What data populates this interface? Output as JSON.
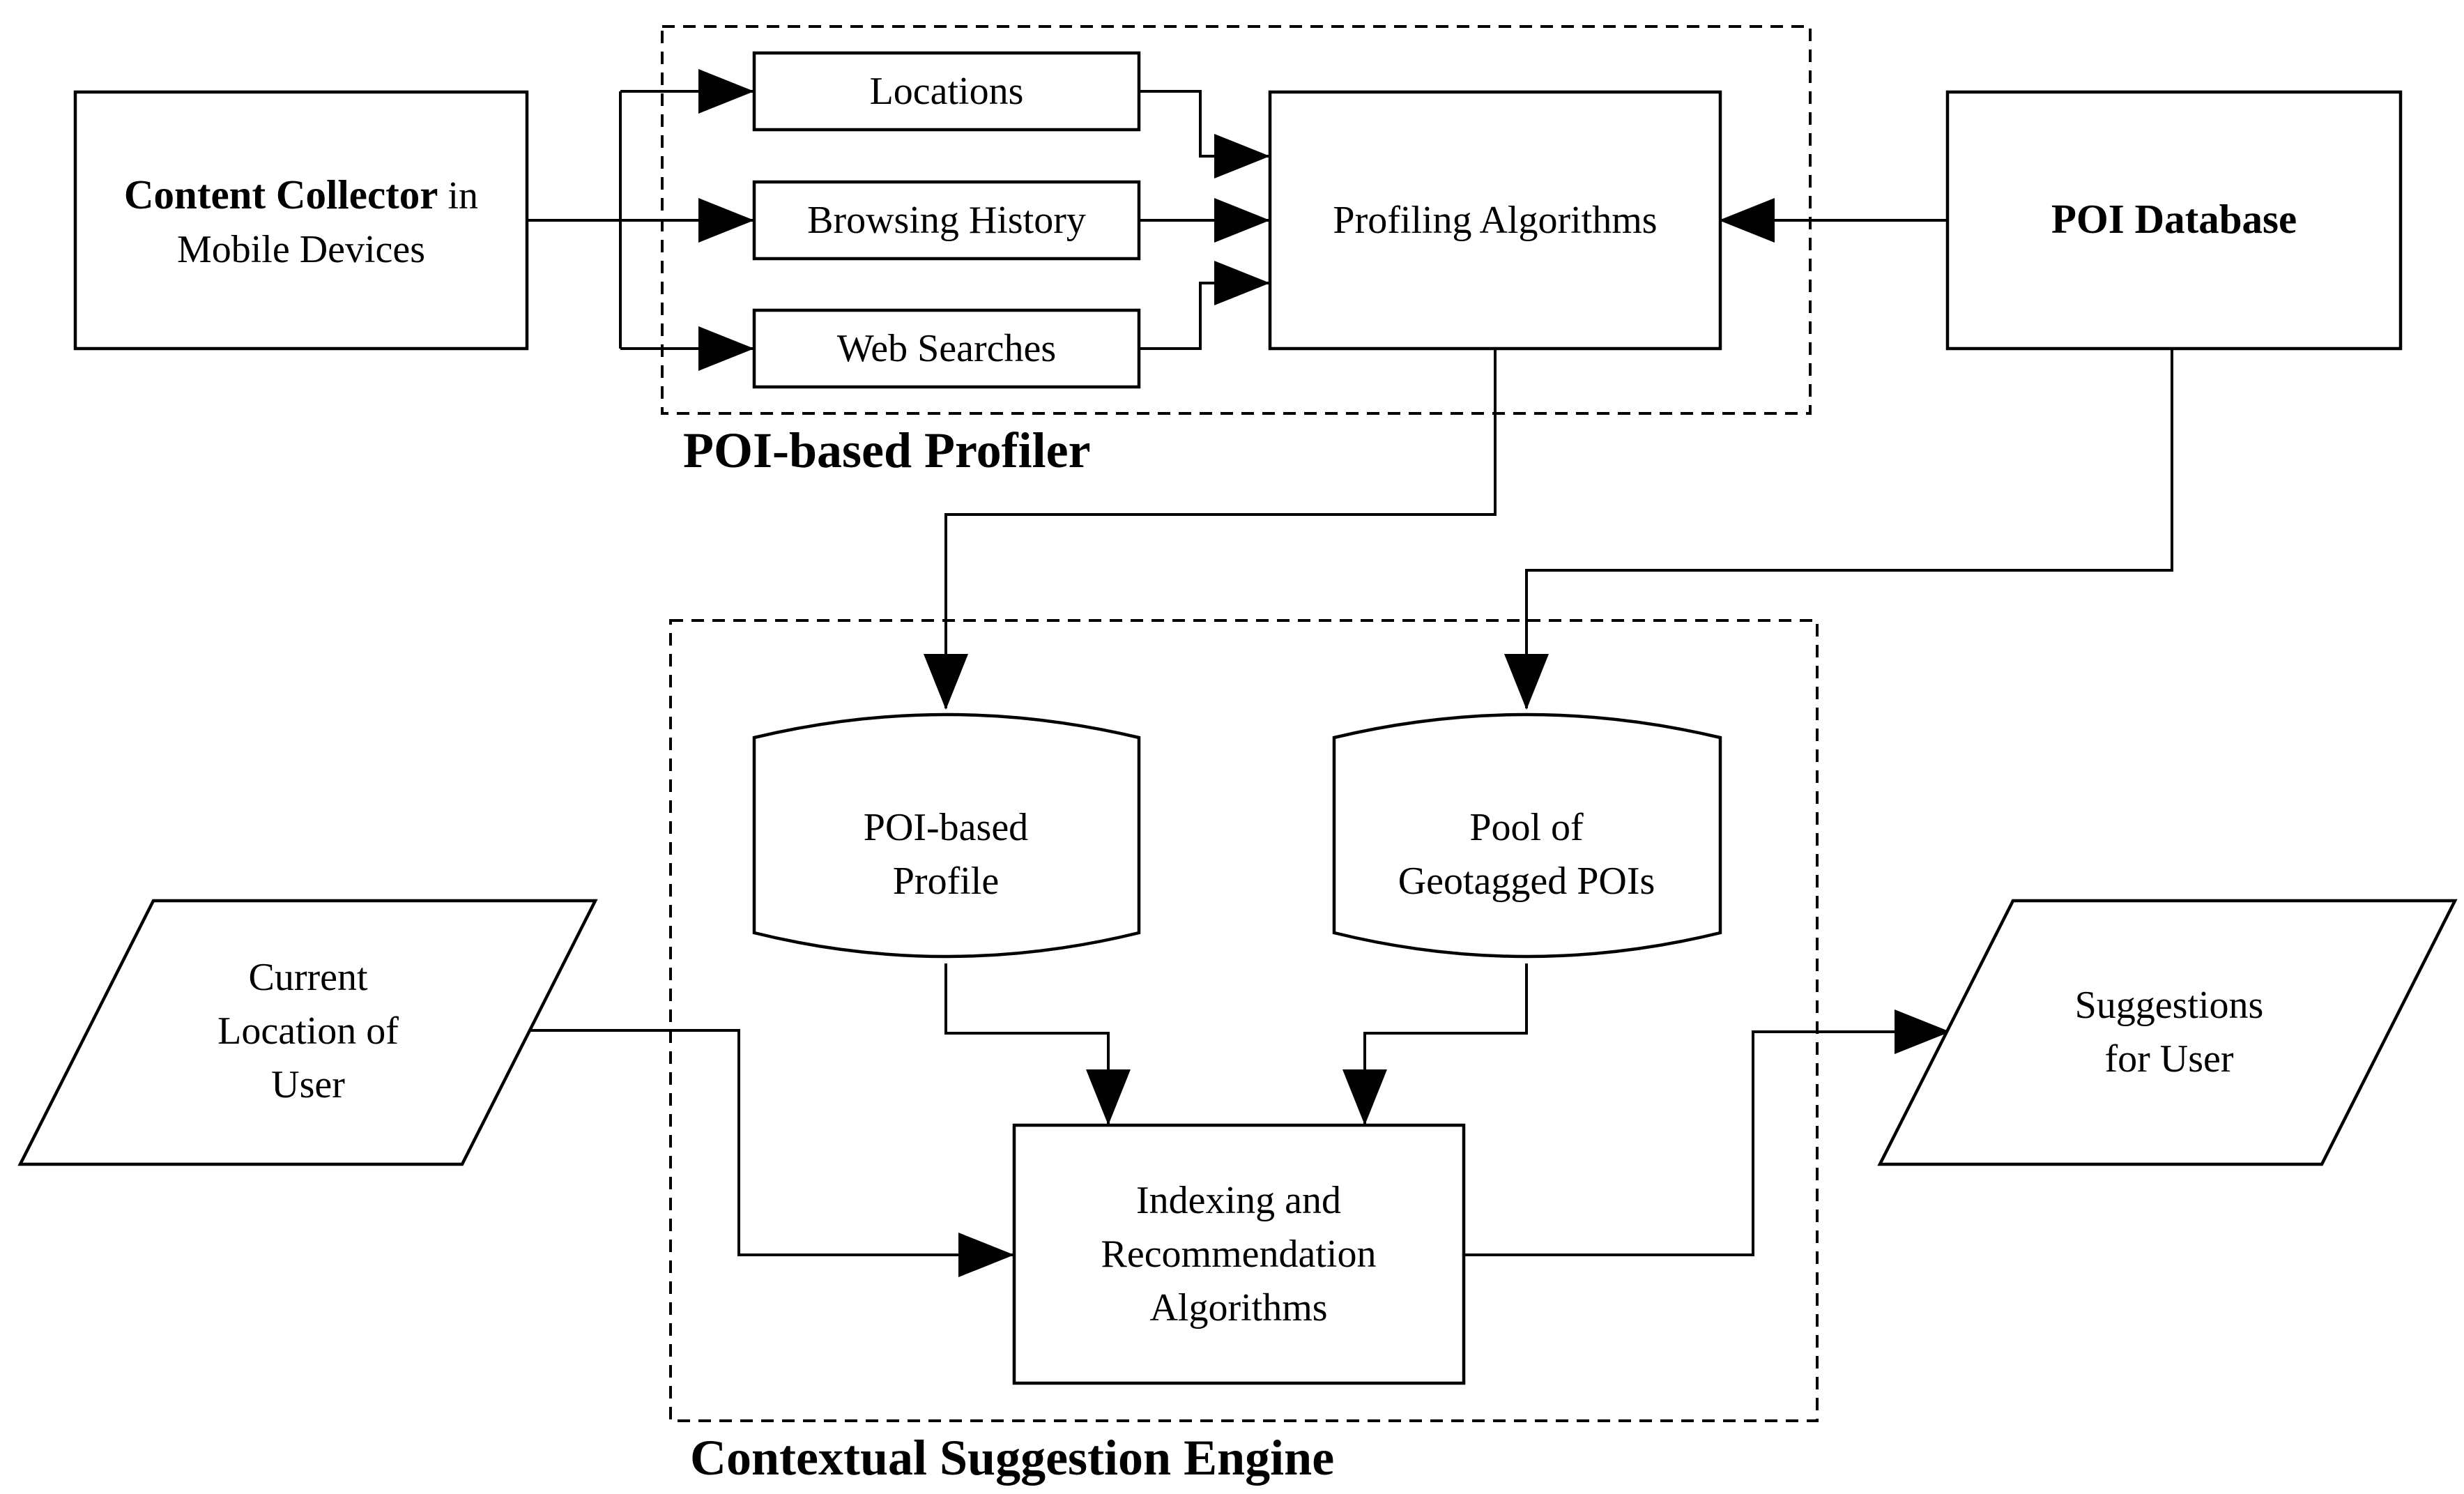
{
  "nodes": {
    "content_collector": {
      "line1_bold": "Content Collector",
      "line1_rest": " in",
      "line2": "Mobile Devices"
    },
    "locations": "Locations",
    "browsing_history": "Browsing History",
    "web_searches": "Web Searches",
    "profiling_algorithms": "Profiling Algorithms",
    "poi_database": "POI Database",
    "poi_based_profile": {
      "line1": "POI-based",
      "line2": "Profile"
    },
    "pool_of_pois": {
      "line1": "Pool of",
      "line2": "Geotagged POIs"
    },
    "current_location": {
      "line1": "Current",
      "line2": "Location of",
      "line3": "User"
    },
    "indexing_recommendation": {
      "line1": "Indexing and",
      "line2": "Recommendation",
      "line3": "Algorithms"
    },
    "suggestions": {
      "line1": "Suggestions",
      "line2": "for User"
    }
  },
  "groups": {
    "profiler": "POI-based Profiler",
    "engine": "Contextual Suggestion Engine"
  },
  "colors": {
    "stroke": "#000000",
    "background": "#ffffff"
  }
}
